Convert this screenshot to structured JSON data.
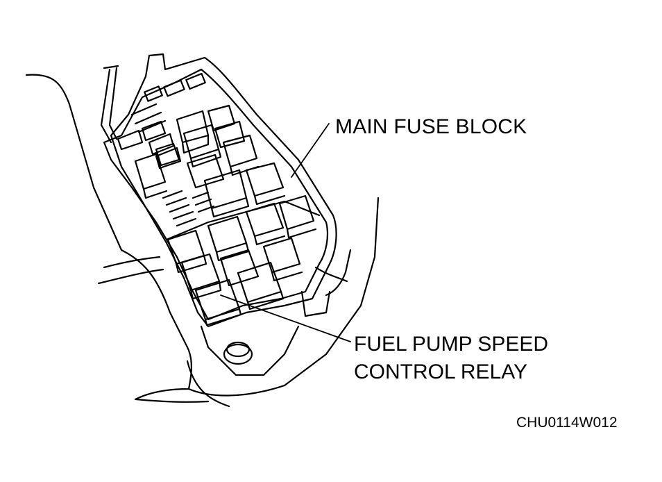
{
  "diagram": {
    "labels": {
      "main_fuse_block": "MAIN FUSE BLOCK",
      "fuel_pump_relay_line1": "FUEL PUMP SPEED",
      "fuel_pump_relay_line2": "CONTROL RELAY"
    },
    "figure_code": "CHU0114W012",
    "colors": {
      "line": "#000000",
      "background": "#ffffff"
    }
  }
}
